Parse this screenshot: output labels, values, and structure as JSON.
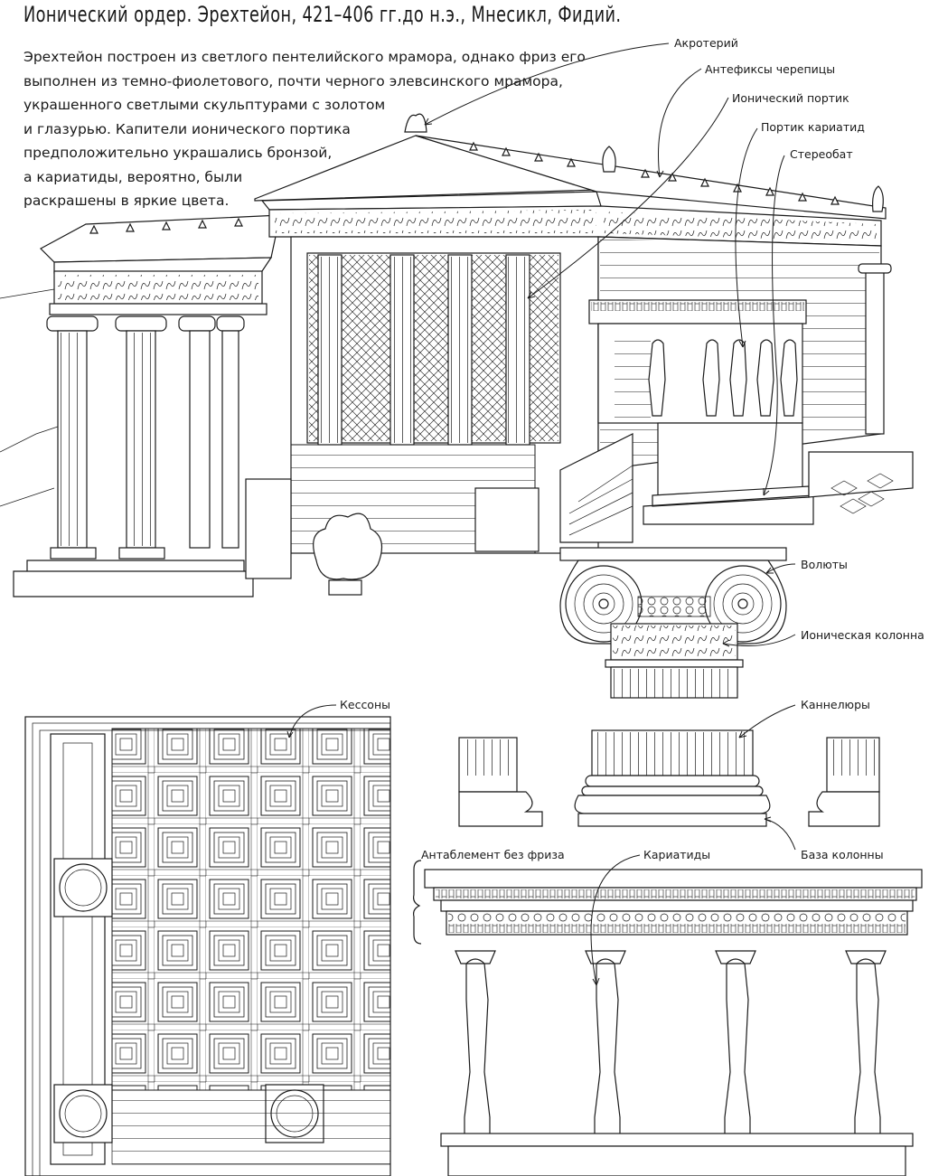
{
  "title": "Ионический ордер. Эрехтейон, 421–406 гг.до н.э., Мнесикл, Фидий.",
  "intro_lines": [
    "Эрехтейон построен из светлого пентелийского мрамора, однако фриз его",
    "выполнен из темно-фиолетового, почти черного элевсинского мрамора,",
    "украшенного светлыми скульптурами с золотом",
    "и глазурью. Капители ионического портика",
    "предположительно украшались бронзой,",
    "а кариатиды, вероятно, были",
    "раскрашены в яркие цвета."
  ],
  "labels": {
    "akroterion": "Акротерий",
    "antefixes": "Антефиксы черепицы",
    "ionic_portico": "Ионический портик",
    "caryatid_portico": "Портик кариатид",
    "stereobate": "Стереобат",
    "volutes": "Волюты",
    "ionic_column": "Ионическая колонна",
    "coffers": "Кессоны",
    "flutes": "Каннелюры",
    "entablature": "Антаблемент без фриза",
    "caryatids": "Кариатиды",
    "column_base": "База колонны"
  }
}
